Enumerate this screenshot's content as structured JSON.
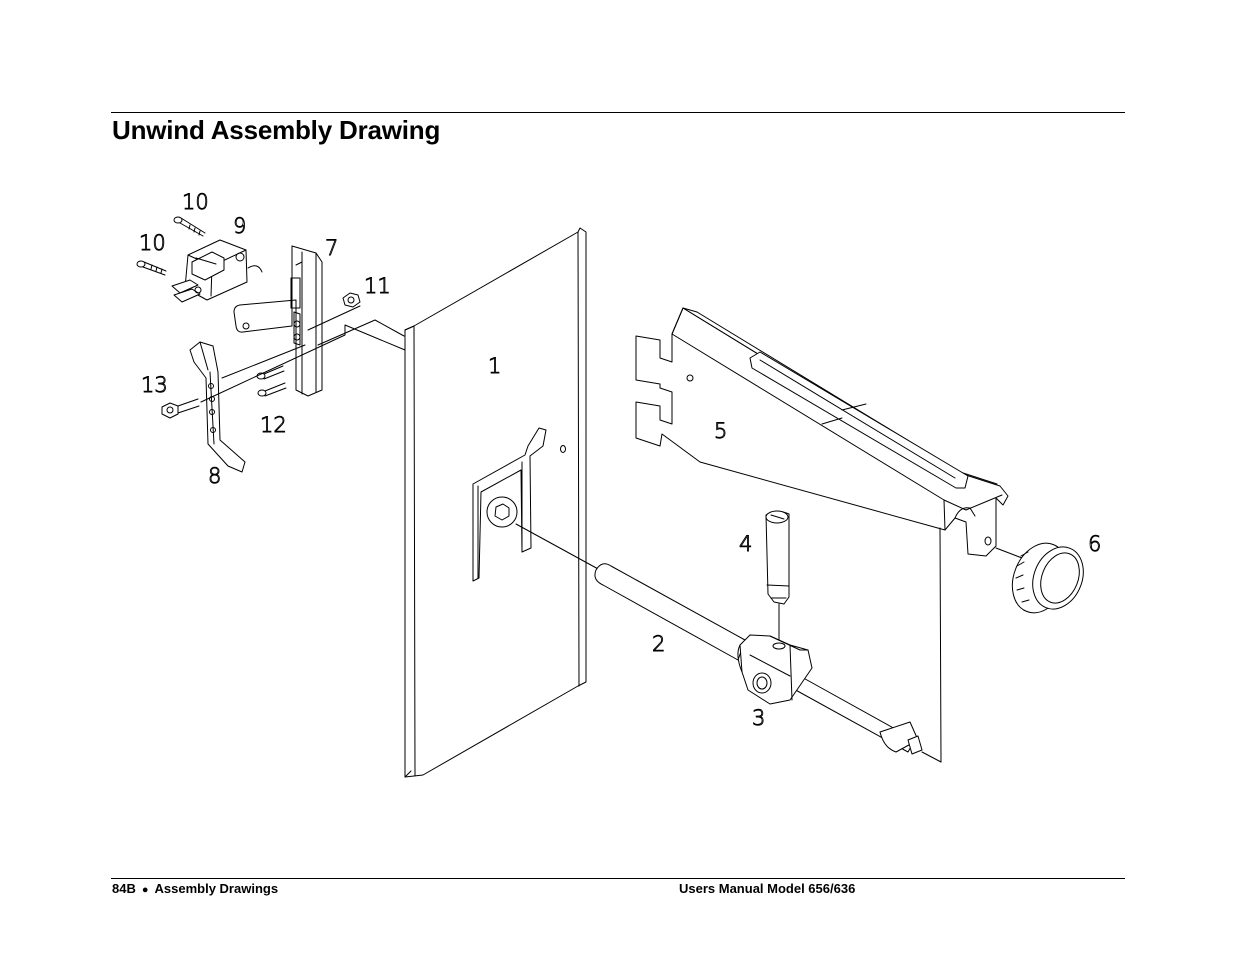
{
  "page": {
    "title": "Unwind Assembly Drawing",
    "footer": {
      "page_number": "84B",
      "separator": "●",
      "section": "Assembly Drawings",
      "manual": "Users Manual Model 656/636"
    }
  },
  "drawing": {
    "callouts": {
      "c1": "1",
      "c2": "2",
      "c3": "3",
      "c4": "4",
      "c5": "5",
      "c6": "6",
      "c7": "7",
      "c8": "8",
      "c9": "9",
      "c10a": "10",
      "c10b": "10",
      "c11": "11",
      "c12": "12",
      "c13": "13"
    }
  }
}
